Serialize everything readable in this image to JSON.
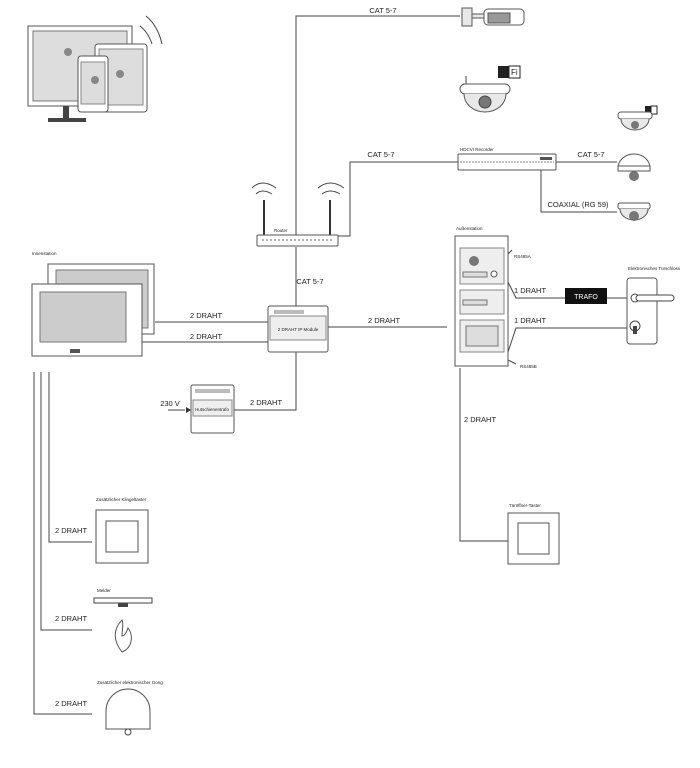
{
  "labels": {
    "cat_camera": "CAT 5-7",
    "cat_recorder": "CAT 5-7",
    "cat_router": "CAT 5-7",
    "cat_dome": "CAT 5-7",
    "coaxial": "COAXIAL (RG 59)",
    "draht_monitor_top": "2 DRAHT",
    "draht_monitor_bottom": "2 DRAHT",
    "draht_outdoor": "2 DRAHT",
    "draht_trafo": "2 DRAHT",
    "power_230": "230 V",
    "draht_lock_top": "1 DRAHT",
    "draht_lock_bottom": "1 DRAHT",
    "draht_button": "2 DRAHT",
    "draht_bell": "2 DRAHT",
    "draht_detector": "2 DRAHT",
    "draht_gong": "2 DRAHT"
  },
  "devices": {
    "recorder": "HDCVI Recorder",
    "router": "Router",
    "indoor": "Innenstation",
    "ip_module": "2 DRAHT IP Module",
    "trafo_box": "Hutschienentrafo",
    "outdoor": "Außenstation",
    "rs485a": "RS485A",
    "rs485b": "RS485B",
    "trafo": "TRAFO",
    "door_lock": "Elektronisches Türschloss",
    "extra_bell": "Zusätzlicher Klingeltaster",
    "detector": "Melder",
    "gong": "Zusätzlicher elektronischer Gong",
    "door_button": "Türöffner-Taster",
    "wifi_badge": "Fi"
  }
}
